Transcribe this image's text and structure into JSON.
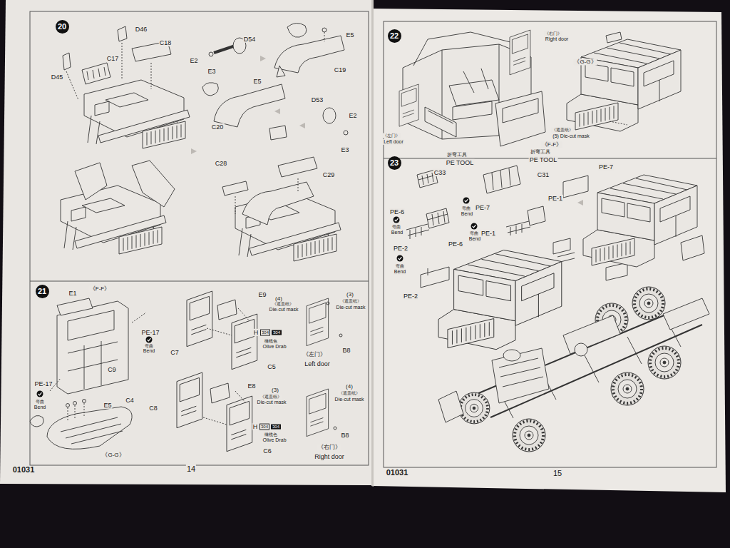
{
  "diagram": {
    "nodes": [
      {
        "text": [
          "20"
        ]
      },
      {
        "text": [
          "21"
        ]
      },
      {
        "text": [
          "22"
        ]
      },
      {
        "text": [
          "23"
        ]
      }
    ],
    "labels": [
      "D46",
      "C18",
      "C17",
      "D45",
      "E2",
      "D54",
      "E3",
      "E5",
      "C19",
      "E5",
      "D53",
      "E2",
      "C20",
      "E3",
      "C28",
      "C29",
      "E1",
      "《F-F》",
      "PE-17",
      "弯曲",
      "Bend",
      "C7",
      "C9",
      "PE-17",
      "弯曲",
      "Bend",
      "E5",
      "C4",
      "《G-G》",
      "E9",
      "(4)",
      "《遮盖纸》",
      "Die-cut mask",
      "(3)",
      "《遮盖纸》",
      "Die-cut mask",
      "H",
      "304",
      "304",
      "橄榄色",
      "Olive Drab",
      "《左门》",
      "Left door",
      "B8",
      "C5",
      "C8",
      "E8",
      "(3)",
      "《遮盖纸》",
      "Die-cut mask",
      "(4)",
      "《遮盖纸》",
      "Die-cut mask",
      "H",
      "304",
      "304",
      "橄榄色",
      "Olive Drab",
      "B8",
      "C6",
      "《右门》",
      "Right door",
      "01031",
      "14",
      "《右门》",
      "Right door",
      "《G-G》",
      "《左门》",
      "Left door",
      "《遮盖纸》",
      "(5) Die-cut mask",
      "《F-F》",
      "折弯工具",
      "PE TOOL",
      "C33",
      "折弯工具",
      "PE TOOL",
      "C31",
      "PE-7",
      "PE-1",
      "PE-6",
      "弯曲",
      "Bend",
      "PE-7",
      "弯曲",
      "Bend",
      "PE-1",
      "弯曲",
      "Bend",
      "PE-2",
      "弯曲",
      "Bend",
      "PE-6",
      "PE-2",
      "01031",
      "15"
    ]
  }
}
